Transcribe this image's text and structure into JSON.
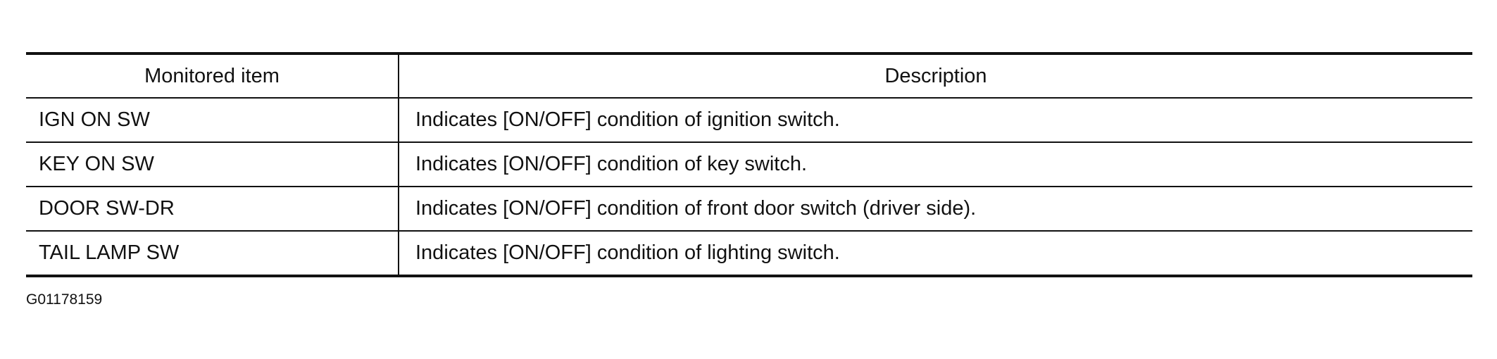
{
  "table": {
    "headers": [
      "Monitored item",
      "Description"
    ],
    "rows": [
      {
        "item": "IGN ON SW",
        "description": "Indicates [ON/OFF] condition of ignition switch."
      },
      {
        "item": "KEY ON SW",
        "description": "Indicates [ON/OFF] condition of key switch."
      },
      {
        "item": "DOOR SW-DR",
        "description": "Indicates [ON/OFF] condition of front door switch (driver side)."
      },
      {
        "item": "TAIL LAMP SW",
        "description": "Indicates [ON/OFF] condition of lighting switch."
      }
    ]
  },
  "figure_id": "G01178159"
}
